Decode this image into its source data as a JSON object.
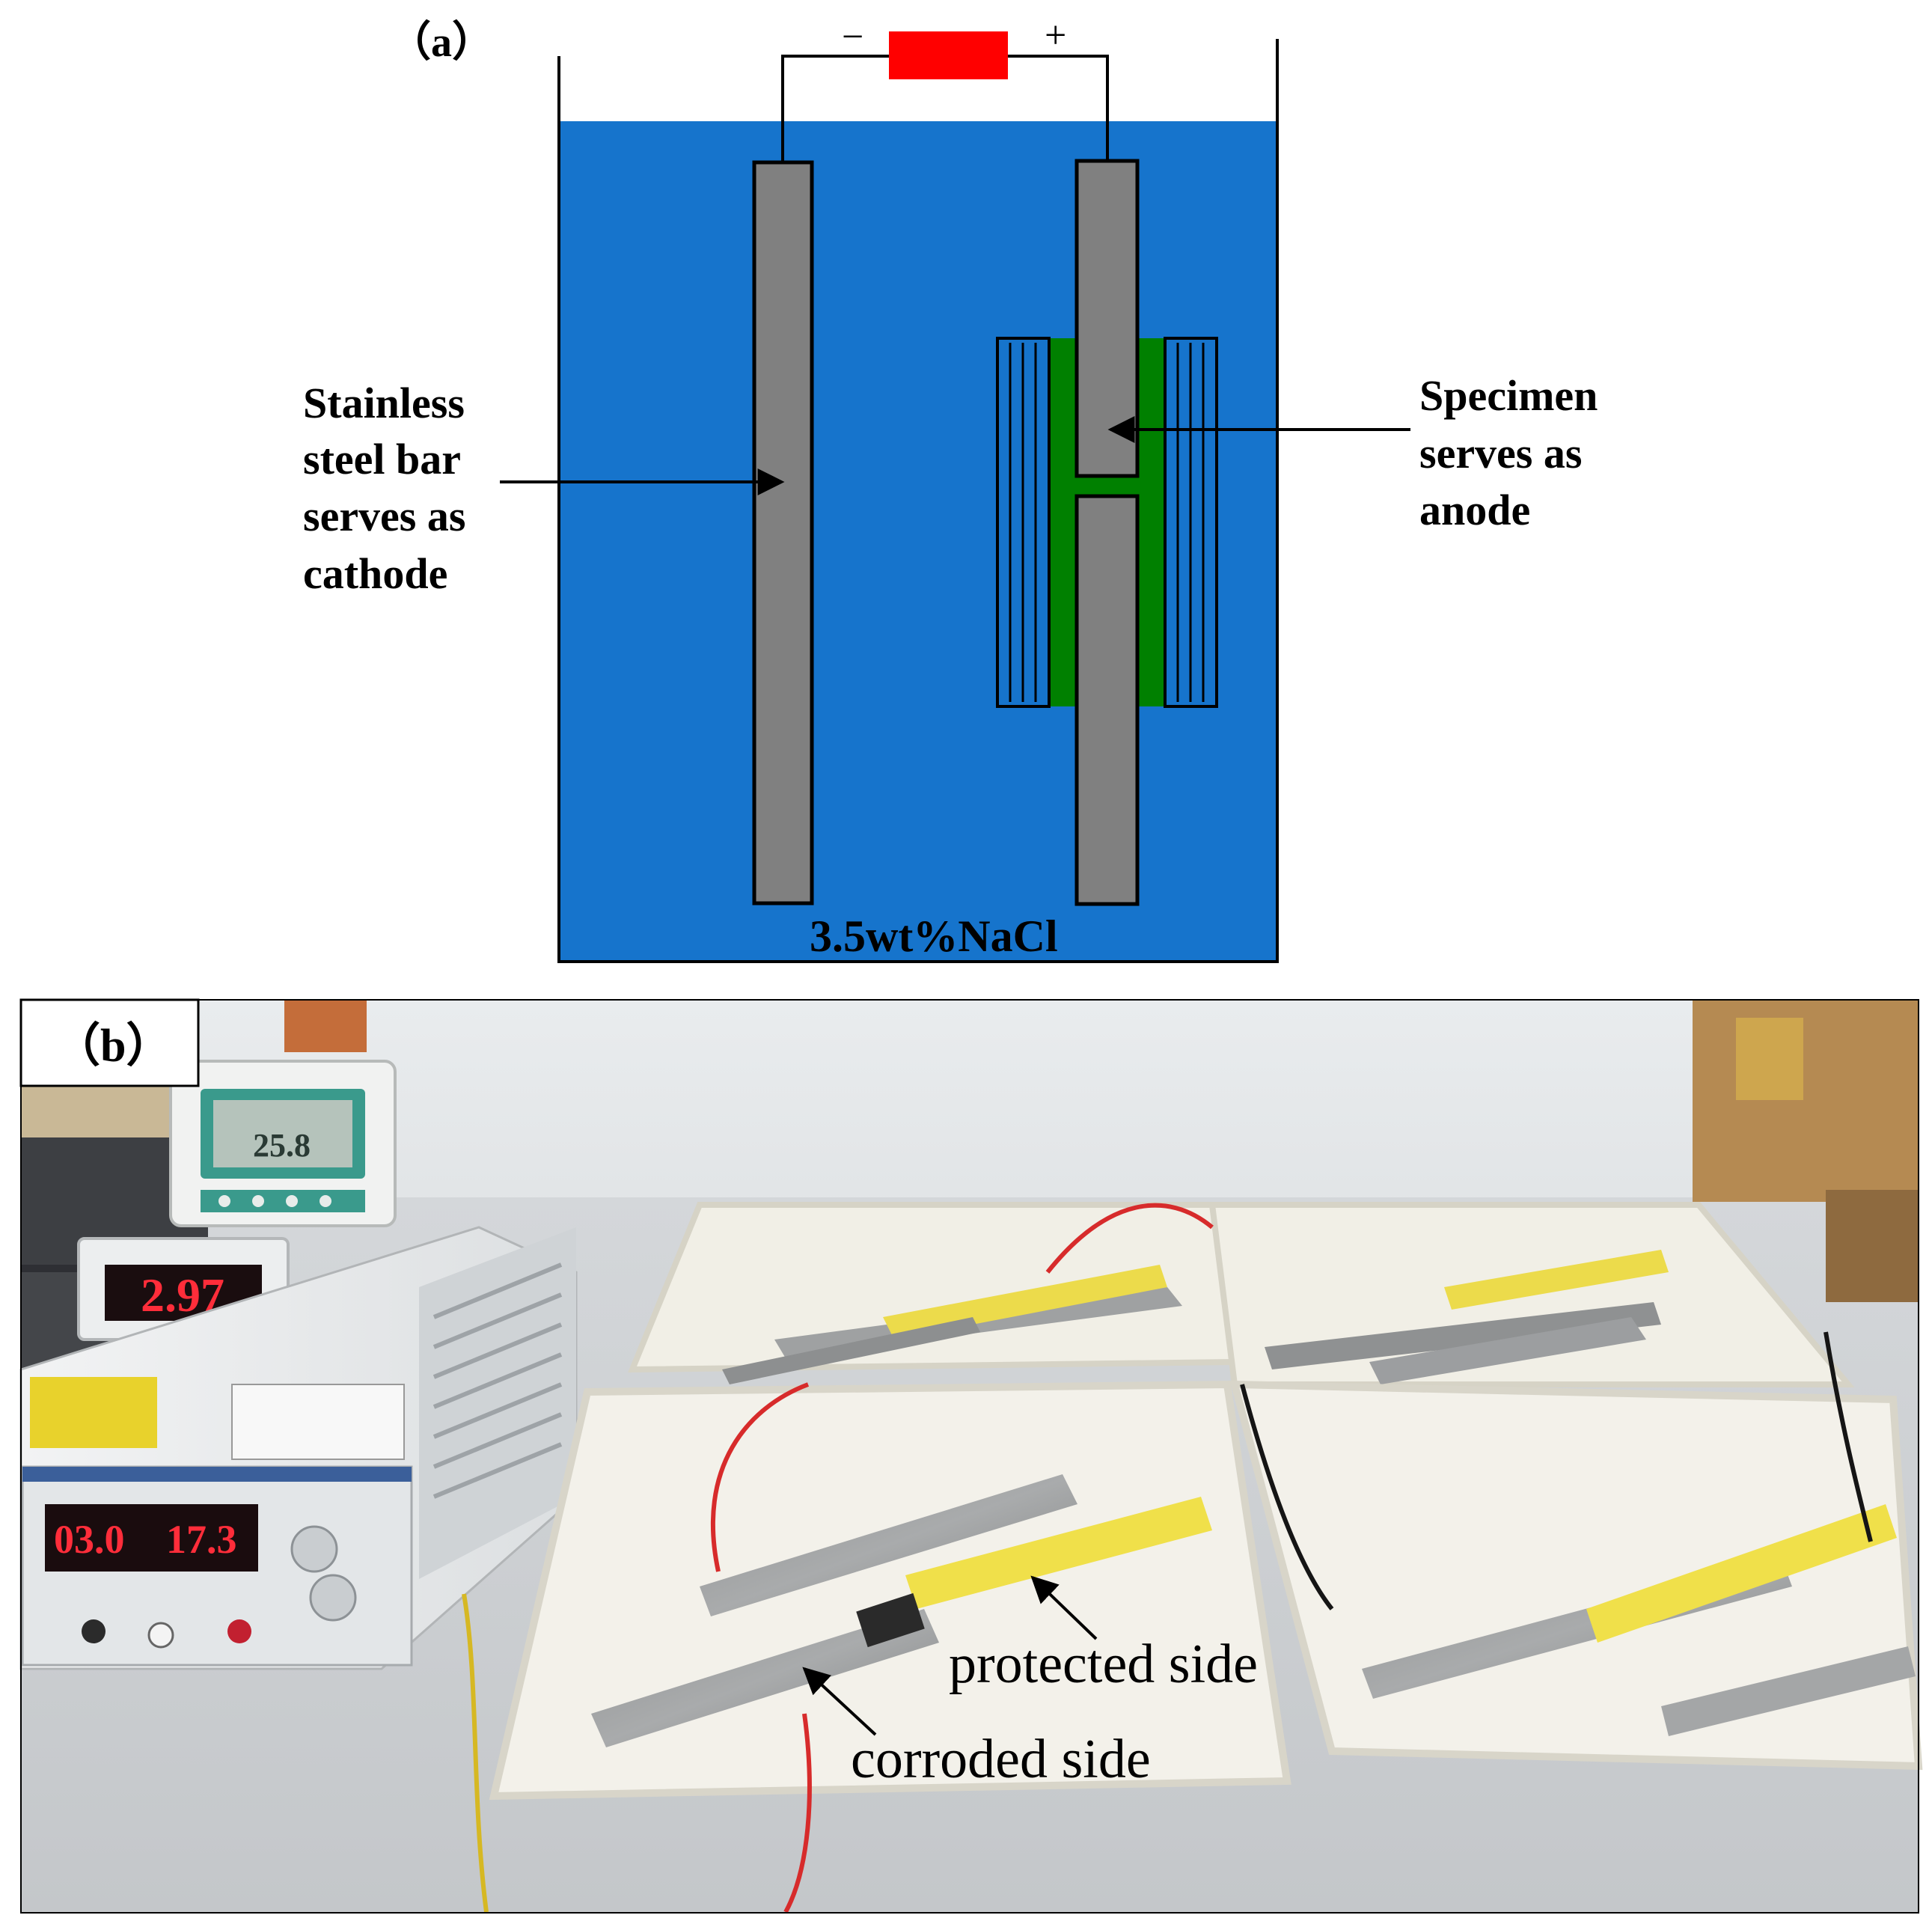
{
  "panel_a": {
    "label": "（a）",
    "minus_sign": "−",
    "plus_sign": "+",
    "cathode_label": [
      "Stainless",
      "steel bar",
      "serves as",
      "cathode"
    ],
    "anode_label": [
      "Specimen",
      "serves as",
      "anode"
    ],
    "solution_label": "3.5wt%NaCl"
  },
  "panel_b": {
    "label": "（b）",
    "thermometer_reading": "25.8",
    "small_meter_reading": "2.97",
    "supply_voltage": "03.0",
    "supply_current": "17.3",
    "protected_label": "protected side",
    "corroded_label": "corroded side"
  },
  "colors": {
    "solution": "#1674cc",
    "electrode": "#808080",
    "clamp": "#008000",
    "power_source": "#ff0000"
  }
}
